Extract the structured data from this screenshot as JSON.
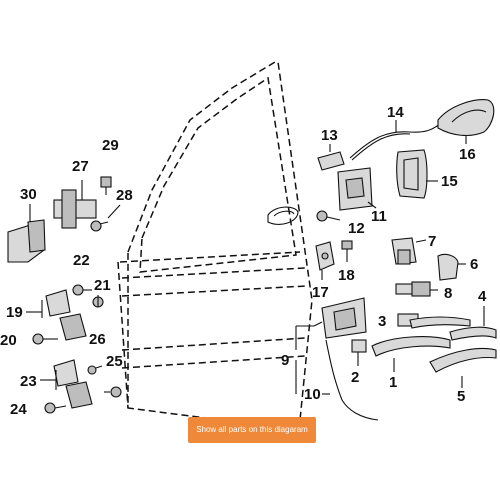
{
  "callouts": {
    "c1": "1",
    "c2": "2",
    "c3": "3",
    "c4": "4",
    "c5": "5",
    "c6": "6",
    "c7": "7",
    "c8": "8",
    "c9": "9",
    "c10": "10",
    "c11": "11",
    "c12": "12",
    "c13": "13",
    "c14": "14",
    "c15": "15",
    "c16": "16",
    "c17": "17",
    "c18": "18",
    "c19": "19",
    "c20": "20",
    "c21": "21",
    "c22": "22",
    "c23": "23",
    "c24": "24",
    "c25": "25",
    "c26": "26",
    "c27": "27",
    "c28": "28",
    "c29": "29",
    "c30": "30"
  },
  "cta": {
    "label": "Show all parts on this diagaram",
    "color": "#f0883a"
  }
}
